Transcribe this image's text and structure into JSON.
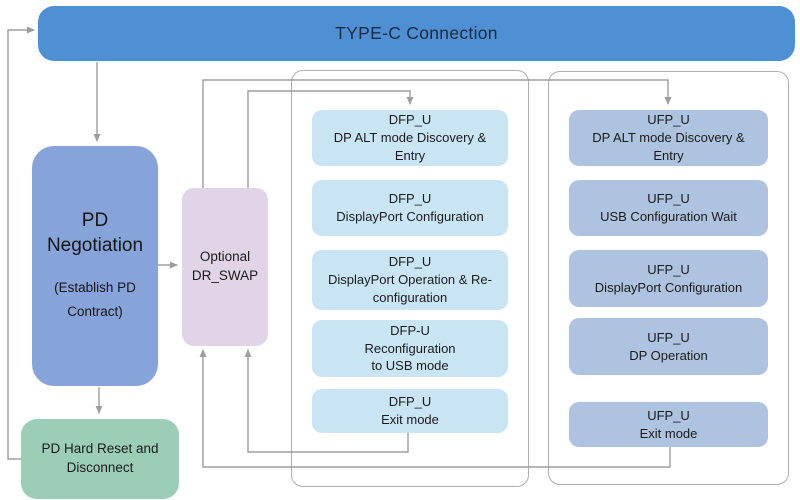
{
  "diagram_title": "TYPE-C Connection",
  "type_c_bar": {
    "label": "TYPE-C Connection"
  },
  "pd_negotiation": {
    "title": "PD\nNegotiation",
    "subtitle": "(Establish PD\nContract)"
  },
  "dr_swap": {
    "label": "Optional\nDR_SWAP"
  },
  "pd_hard_reset": {
    "label": "PD Hard Reset and\nDisconnect"
  },
  "dfp_column": {
    "states": [
      {
        "name": "DFP_U",
        "desc": "DP ALT mode Discovery &\nEntry"
      },
      {
        "name": "DFP_U",
        "desc": "DisplayPort Configuration"
      },
      {
        "name": "DFP_U",
        "desc": "DisplayPort Operation & Re-\nconfiguration"
      },
      {
        "name": "DFP-U",
        "desc": "Reconfiguration\nto USB mode"
      },
      {
        "name": "DFP_U",
        "desc": "Exit mode"
      }
    ]
  },
  "ufp_column": {
    "states": [
      {
        "name": "UFP_U",
        "desc": "DP ALT mode Discovery &\nEntry"
      },
      {
        "name": "UFP_U",
        "desc": "USB Configuration Wait"
      },
      {
        "name": "UFP_U",
        "desc": "DisplayPort Configuration"
      },
      {
        "name": "UFP_U",
        "desc": "DP Operation"
      },
      {
        "name": "UFP_U",
        "desc": "Exit mode"
      }
    ]
  },
  "colors": {
    "type_c_bar": "#4F90D5",
    "pd_negotiation": "#86A4D9",
    "dr_swap": "#E0D4E6",
    "pd_hard_reset": "#9CCDB6",
    "dfp_state": "#C9E5F3",
    "ufp_state": "#AEC3DF",
    "group_border": "#ADADAD",
    "connector": "#9D9D9D"
  }
}
